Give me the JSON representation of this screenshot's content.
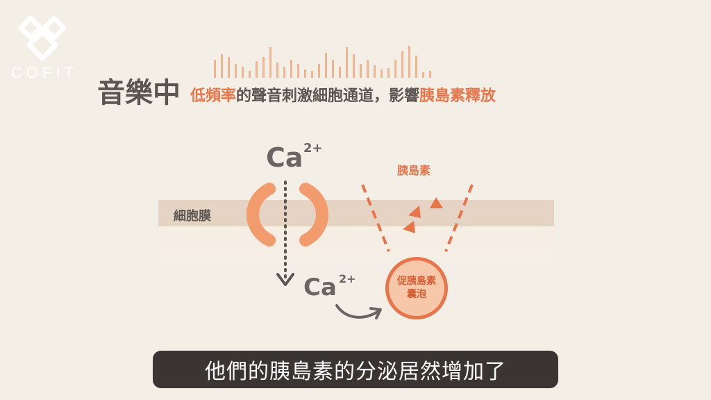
{
  "brand": {
    "name": "COFIT",
    "logo_icon": "cofit-logo-icon"
  },
  "header": {
    "title": "音樂中",
    "subtitle_parts": [
      "低頻率",
      "的聲音刺激細胞通道，影響",
      "胰島素釋放"
    ]
  },
  "diagram": {
    "membrane_label": "細胞膜",
    "ion_symbol": "Ca",
    "ion_charge": "2+",
    "insulin_label": "胰島素",
    "vesicle_label_line1": "促胰島素",
    "vesicle_label_line2": "囊泡"
  },
  "subtitle": {
    "text": "他們的胰島素的分泌居然增加了"
  },
  "colors": {
    "background": "#f4efe6",
    "accent": "#e8744a",
    "text": "#5b5551",
    "membrane": "#e5d3c3",
    "subtitle_bg": "#3a3532"
  }
}
